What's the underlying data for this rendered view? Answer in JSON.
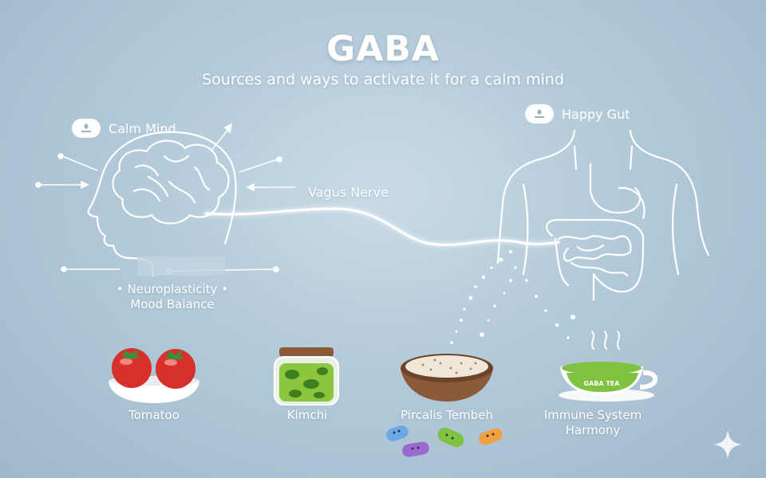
{
  "title": "GABA",
  "subtitle": "Sources and ways to activate it for a calm mind",
  "badges": {
    "calm_mind": "Calm Mind",
    "happy_gut": "Happy Gut"
  },
  "labels": {
    "vagus_nerve": "Vagus Nerve",
    "neuroplasticity": "Neuroplasticity",
    "mood_balance": "Mood Balance"
  },
  "foods": [
    {
      "icon": "tomato-icon",
      "label": "Tomatoo"
    },
    {
      "icon": "kimchi-jar-icon",
      "label": "Kimchi"
    },
    {
      "icon": "tempeh-bowl-icon",
      "label": "Pircalis Tembeh"
    },
    {
      "icon": "tea-cup-icon",
      "label": "Immune System Harmony",
      "cup_text": "GABA TEA"
    }
  ],
  "colors": {
    "background": "#b3cad9",
    "line": "#ffffff",
    "tomato": "#d8302a",
    "kimchi": "#8cc63f",
    "bowl": "#8a5a3a",
    "tea": "#7fc241"
  }
}
